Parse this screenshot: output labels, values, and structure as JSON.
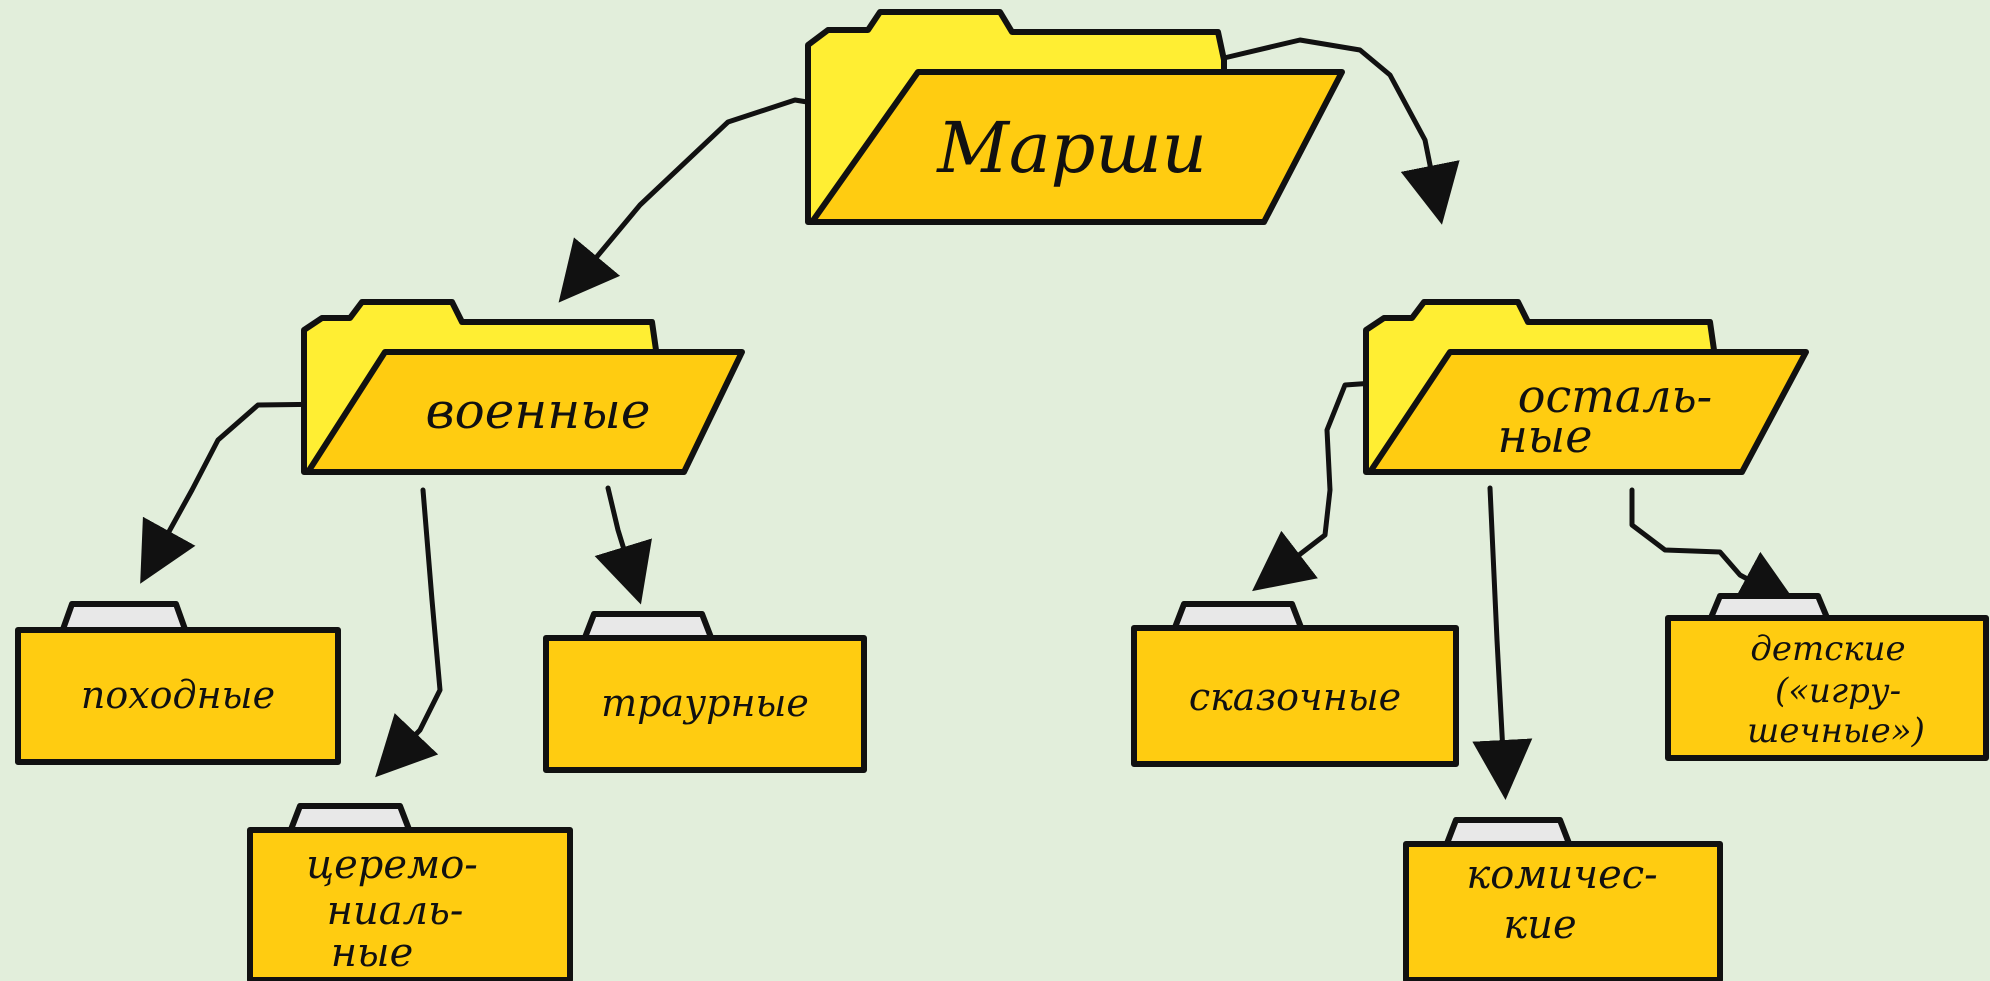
{
  "colors": {
    "background": "#e2eedb",
    "folder_back": "#ffee33",
    "folder_front": "#ffcc11",
    "tab_grey": "#e8e8e8",
    "outline": "#111111"
  },
  "root": {
    "label": "Марши"
  },
  "groups": {
    "military": {
      "label": "военные",
      "children": {
        "marching": {
          "lines": [
            "походные"
          ]
        },
        "ceremonial": {
          "lines": [
            "церемо-",
            "ниаль-",
            "ные"
          ]
        },
        "mourning": {
          "lines": [
            "траурные"
          ]
        }
      }
    },
    "other": {
      "label_lines": [
        "осталь-",
        "ные"
      ],
      "children": {
        "fairytale": {
          "lines": [
            "сказочные"
          ]
        },
        "comic": {
          "lines": [
            "комичес-",
            "кие"
          ]
        },
        "children_toy": {
          "lines": [
            "детские",
            "(«игру-",
            "шечные»)"
          ]
        }
      }
    }
  }
}
